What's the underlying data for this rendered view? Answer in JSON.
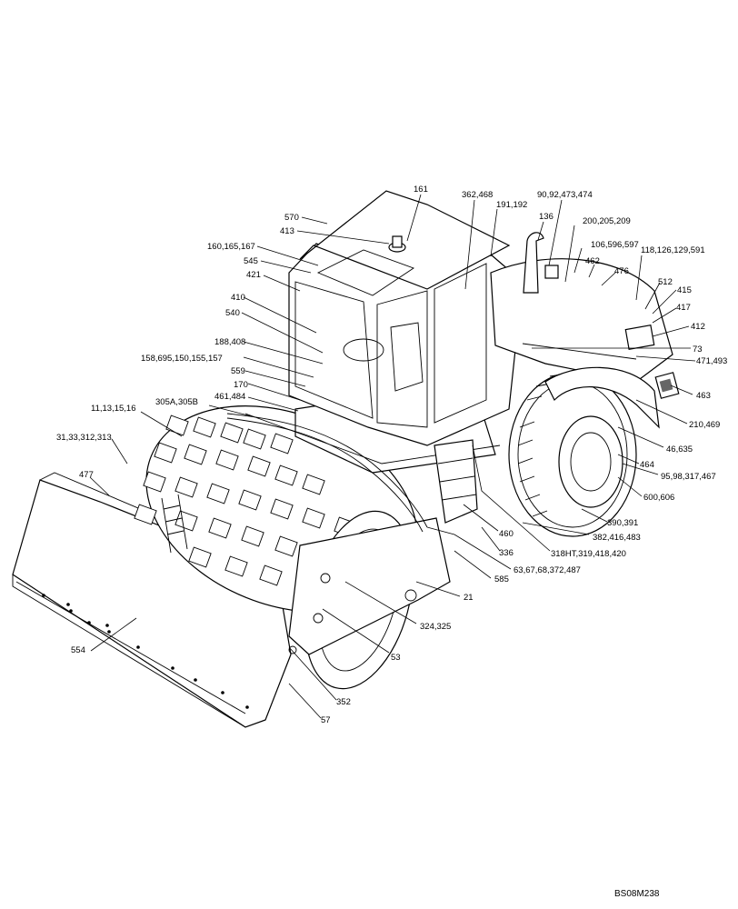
{
  "drawing_code": "BS08M238",
  "labels": [
    "161",
    "362,468",
    "90,92,473,474",
    "570",
    "191,192",
    "136",
    "413",
    "200,205,209",
    "160,165,167",
    "106,596,597",
    "545",
    "462",
    "476",
    "118,126,129,591",
    "421",
    "512",
    "415",
    "410",
    "417",
    "540",
    "412",
    "73",
    "188,408",
    "471,493",
    "158,695,150,155,157",
    "559",
    "463",
    "170",
    "461,484",
    "11,13,15,16",
    "305A,305B",
    "210,469",
    "31,33,312,313",
    "46,635",
    "464",
    "477",
    "95,98,317,467",
    "600,606",
    "460",
    "390,391",
    "382,416,483",
    "318HT,319,418,420",
    "336",
    "63,67,68,372,487",
    "585",
    "21",
    "324,325",
    "554",
    "53",
    "352",
    "57"
  ]
}
